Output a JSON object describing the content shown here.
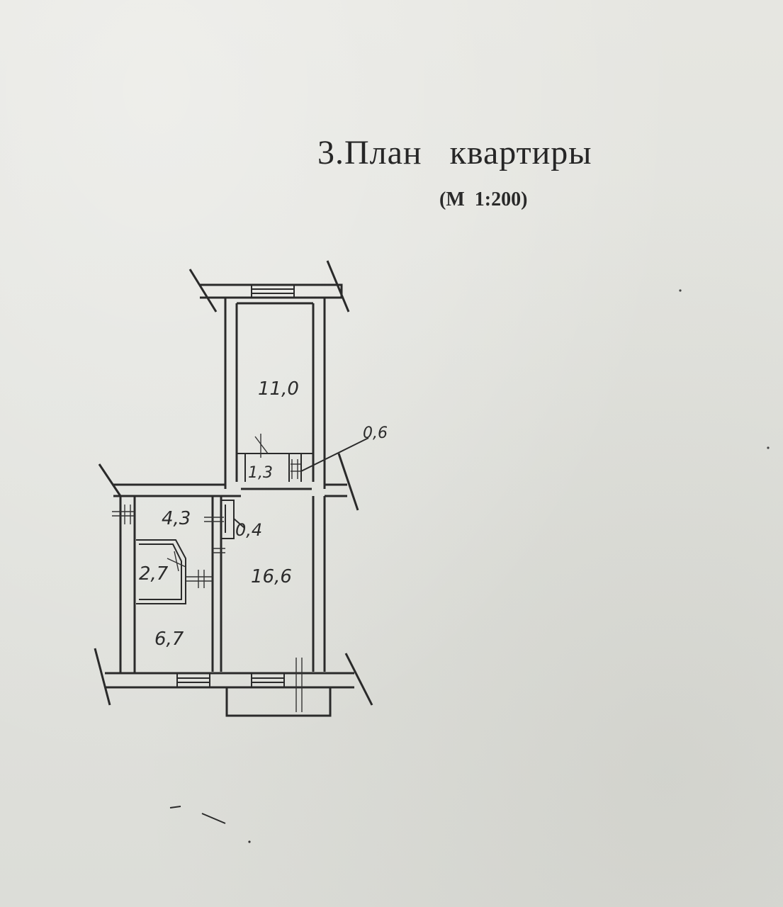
{
  "document": {
    "title": "3.План   квартиры",
    "scale": "(М  1:200)"
  },
  "rooms": {
    "room_top": "11,0",
    "closet_top": "1,3",
    "closet_small": "0,6",
    "hall": "4,3",
    "niche": "0,4",
    "bath": "2,7",
    "living": "16,6",
    "kitchen": "6,7"
  },
  "colors": {
    "paper": "#e3e3de",
    "ink": "#2a2a2a"
  }
}
